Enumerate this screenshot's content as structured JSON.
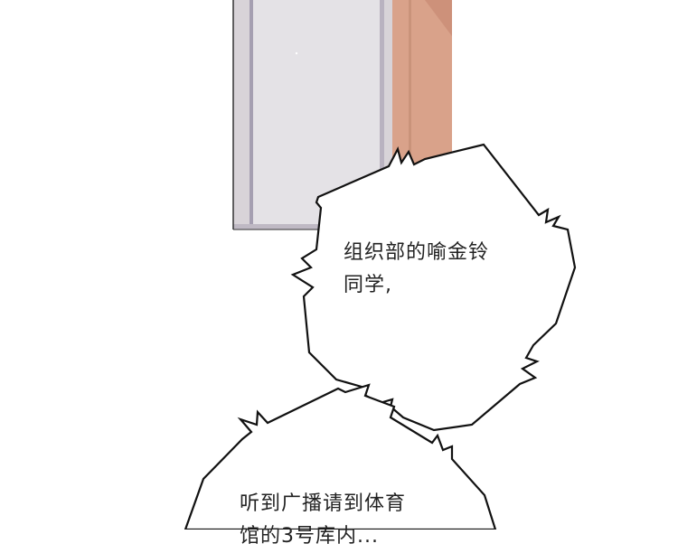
{
  "panel": {
    "bubbles": [
      {
        "lines": [
          "组织部的喻金铃",
          "同学,"
        ]
      },
      {
        "lines": [
          "听到广播请到体育",
          "馆的3号库内..."
        ]
      }
    ],
    "colors": {
      "door_frame": "#d8d3d8",
      "door_glass": "#e4e2e6",
      "door_edge": "#a59fb1",
      "wall_peach": "#d9a28a",
      "wall_shadow": "#c48670",
      "outline": "#111111"
    }
  }
}
